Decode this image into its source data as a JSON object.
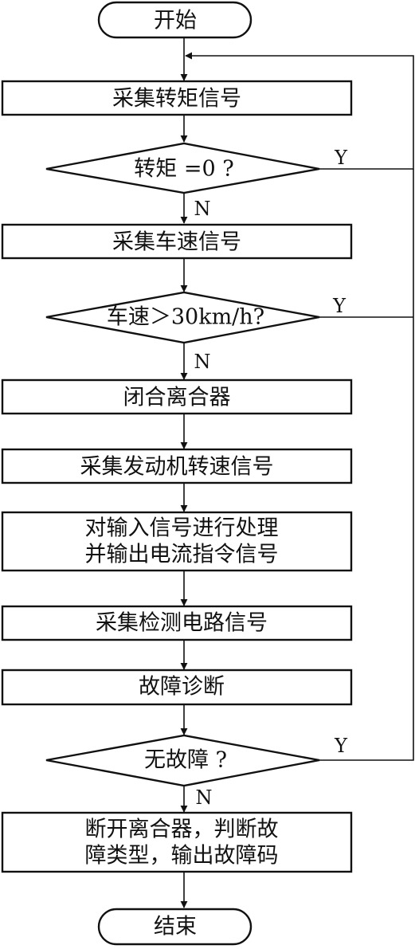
{
  "nodes": {
    "start": "开始",
    "collect_torque": "采集转矩信号",
    "torque_zero": "转矩 =0 ?",
    "collect_speed": "采集车速信号",
    "speed_check": "车速＞30km/h?",
    "close_clutch": "闭合离合器",
    "collect_engine_speed": "采集发动机转速信号",
    "process_line1": "对输入信号进行处理",
    "process_line2": "并输出电流指令信号",
    "collect_detection": "采集检测电路信号",
    "diagnose": "故障诊断",
    "no_fault": "无故障 ?",
    "result_line1": "断开离合器，判断故",
    "result_line2": "障类型，输出故障码",
    "end": "结束"
  },
  "branches": {
    "yes": "Y",
    "no": "N"
  }
}
